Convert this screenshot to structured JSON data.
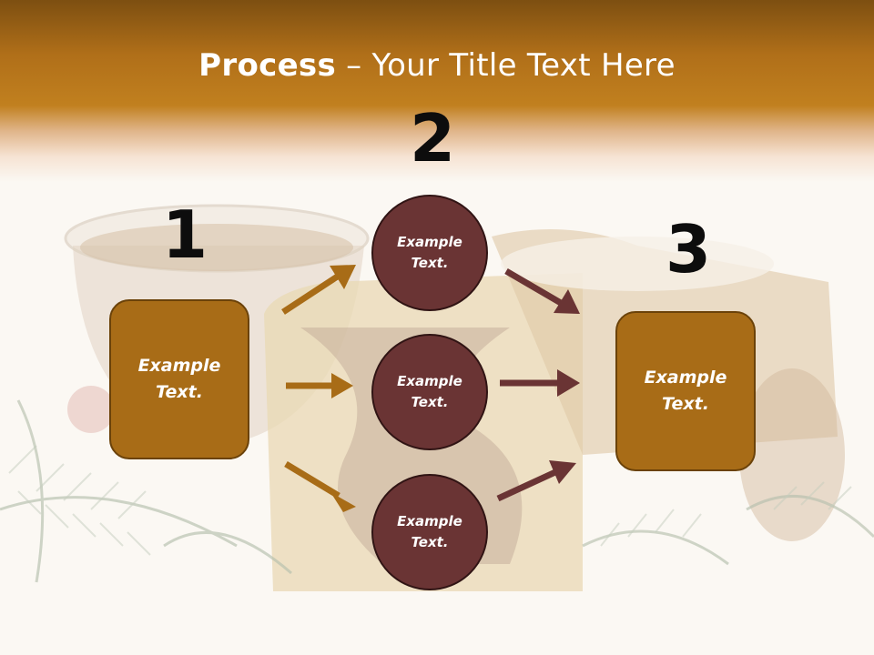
{
  "slide": {
    "title_bold": "Process",
    "title_rest": " – Your Title Text Here"
  },
  "steps": {
    "n1": "1",
    "n2": "2",
    "n3": "3"
  },
  "left_box": {
    "label": "Example\nText."
  },
  "right_box": {
    "label": "Example\nText."
  },
  "circles": [
    {
      "label": "Example\nText."
    },
    {
      "label": "Example\nText."
    },
    {
      "label": "Example\nText."
    }
  ],
  "colors": {
    "box_fill": "#a86c17",
    "circle_fill": "#6a3434",
    "arrow_gold": "#a86c17",
    "arrow_maroon": "#6a3434",
    "header": "#b06f19"
  },
  "background": "tea-cup-and-marble-cake-with-pine-branches-photo"
}
